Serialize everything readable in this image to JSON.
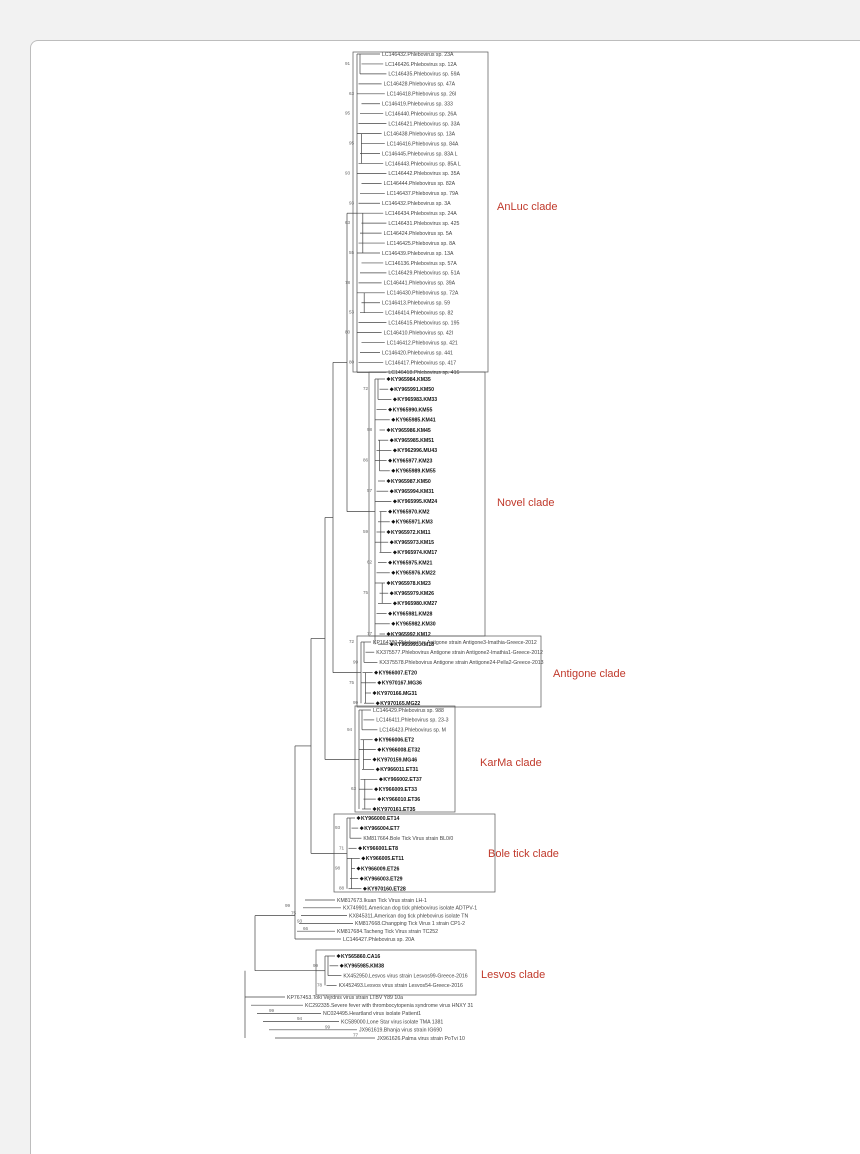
{
  "colors": {
    "clade_label": "#c0392b",
    "branch": "#444444",
    "frame": "#555555"
  },
  "clades": [
    {
      "id": "anluc",
      "name": "AnLuc clade",
      "leaves": [
        "LC146432.Phlebovirus sp. 23A",
        "LC146426.Phlebovirus sp. 12A",
        "LC146435.Phlebovirus sp. 59A",
        "LC146428.Phlebovirus sp. 47A",
        "LC146418.Phlebovirus sp. 26I",
        "LC146419.Phlebovirus sp. 333",
        "LC146440.Phlebovirus sp. 26A",
        "LC146421.Phlebovirus sp. 33A",
        "LC146438.Phlebovirus sp. 13A",
        "LC146416.Phlebovirus sp. 84A",
        "LC146445.Phlebovirus sp. 83A L",
        "LC146443.Phlebovirus sp. 85A L",
        "LC146442.Phlebovirus sp. 35A",
        "LC146444.Phlebovirus sp. 82A",
        "LC146437.Phlebovirus sp. 79A",
        "LC146432.Phlebovirus sp. 3A",
        "LC146434.Phlebovirus sp. 24A",
        "LC146431.Phlebovirus sp. 425",
        "LC146424.Phlebovirus sp. 5A",
        "LC146425.Phlebovirus sp. 8A",
        "LC146439.Phlebovirus sp. 13A",
        "LC146136.Phlebovirus sp. 57A",
        "LC146429.Phlebovirus sp. 51A",
        "LC146441.Phlebovirus sp. 39A",
        "LC146430.Phlebovirus sp. 72A",
        "LC146413.Phlebovirus sp. 59",
        "LC146414.Phlebovirus sp. 82",
        "LC146415.Phlebovirus sp. 195",
        "LC146410.Phlebovirus sp. 42I",
        "LC146412.Phlebovirus sp. 421",
        "LC146420.Phlebovirus sp. 441",
        "LC146417.Phlebovirus sp. 417",
        "LC146418.Phlebovirus sp. 416"
      ],
      "bootstrap": [
        "91",
        "63",
        "95",
        "95",
        "93",
        "93",
        "63",
        "55",
        "78",
        "53",
        "80",
        "80"
      ]
    },
    {
      "id": "novel",
      "name": "Novel clade",
      "leaves": [
        "KY965984.KM35",
        "KY965991.KM50",
        "KY965983.KM33",
        "KY965990.KM55",
        "KY965985.KM41",
        "KY965986.KM45",
        "KY965985.KM51",
        "KY962996.MU43",
        "KY965977.KM23",
        "KY965989.KM55",
        "KY965987.KM50",
        "KY965994.KM31",
        "KY965995.KM24",
        "KY965970.KM2",
        "KY965971.KM3",
        "KY965972.KM11",
        "KY965973.KM15",
        "KY965974.KM17",
        "KY965975.KM21",
        "KY965976.KM22",
        "KY965978.KM23",
        "KY965979.KM26",
        "KY965980.KM27",
        "KY965981.KM28",
        "KY965982.KM30",
        "KY965992.KM12",
        "KY965993.KM18"
      ],
      "bootstrap": [
        "72",
        "98",
        "86",
        "57",
        "59",
        "62",
        "75",
        "77"
      ]
    },
    {
      "id": "antigone",
      "name": "Antigone clade",
      "leaves": [
        "KP164380.Phlebovirus Antigone strain Antigone3-Imathia-Greece-2012",
        "KX375577.Phlebovirus Antigone strain Antigone2-Imathia1-Greece-2012",
        "KX375578.Phlebovirus Antigone strain Antigone24-Pella2-Greece-2013",
        "KY966007.ET20",
        "KY970167.MG36",
        "KY970166.MG31",
        "KY970165.MG22"
      ],
      "bootstrap": [
        "72",
        "99",
        "75",
        "99"
      ]
    },
    {
      "id": "karma",
      "name": "KarMa clade",
      "leaves": [
        "LC146429.Phlebovirus sp. 988",
        "LC146411.Phlebovirus sp. 23-3",
        "LC146423.Phlebovirus sp. M",
        "KY966006.ET2",
        "KY966008.ET32",
        "KY970159.MG46",
        "KY966011.ET31",
        "KY966002.ET37",
        "KY966009.ET33",
        "KY966010.ET36",
        "KY970161.ET35"
      ],
      "bootstrap": [
        "94",
        "63"
      ]
    },
    {
      "id": "bole",
      "name": "Bole tick clade",
      "leaves": [
        "KY966000.ET14",
        "KY966004.ET7",
        "KM817664.Bole Tick Virus strain BL0/0",
        "KY966001.ET8",
        "KY966005.ET11",
        "KY966009.ET26",
        "KY966003.ET29",
        "KY970160.ET28"
      ],
      "bootstrap": [
        "93",
        "71",
        "98",
        "88"
      ]
    },
    {
      "id": "lesvos",
      "name": "Lesvos clade",
      "leaves": [
        "KY565860.CA16",
        "KY965985.KM38",
        "KX452950.Lesvos virus strain Lesvos99-Greece-2016",
        "KX452493.Lesvos virus strain Lesvos54-Greece-2016"
      ],
      "bootstrap": [
        "99",
        "78"
      ]
    }
  ],
  "midtree": [
    "KM817673.Ikuan Tick Virus strain LH-1",
    "KX749901.American dog tick phlebovirus isolate ADTPV-1",
    "KX845311.American dog tick phlebovirus isolate TN",
    "KM817668.Changping Tick Virus 1 strain CP1-2",
    "KM817684.Tacheng Tick Virus strain TC252",
    "LC146427.Phlebovirus sp. 20A"
  ],
  "midtree_bootstrap": [
    "99",
    "75",
    "93",
    "66"
  ],
  "outgroup": [
    "KP767453.Toki Vejrdnis virus strain LTBV Y89 10a",
    "KC292335.Severe fever with thrombocytopenia syndrome virus HNXY 31",
    "NC024495.Heartland virus isolate Patient1",
    "KC589000.Lone Star virus isolate TMA 1381",
    "JX961619.Bhanja virus strain IG690",
    "JX961626.Palma virus strain PoTvi 10"
  ],
  "outgroup_bootstrap": [
    "99",
    "94",
    "99",
    "77"
  ]
}
